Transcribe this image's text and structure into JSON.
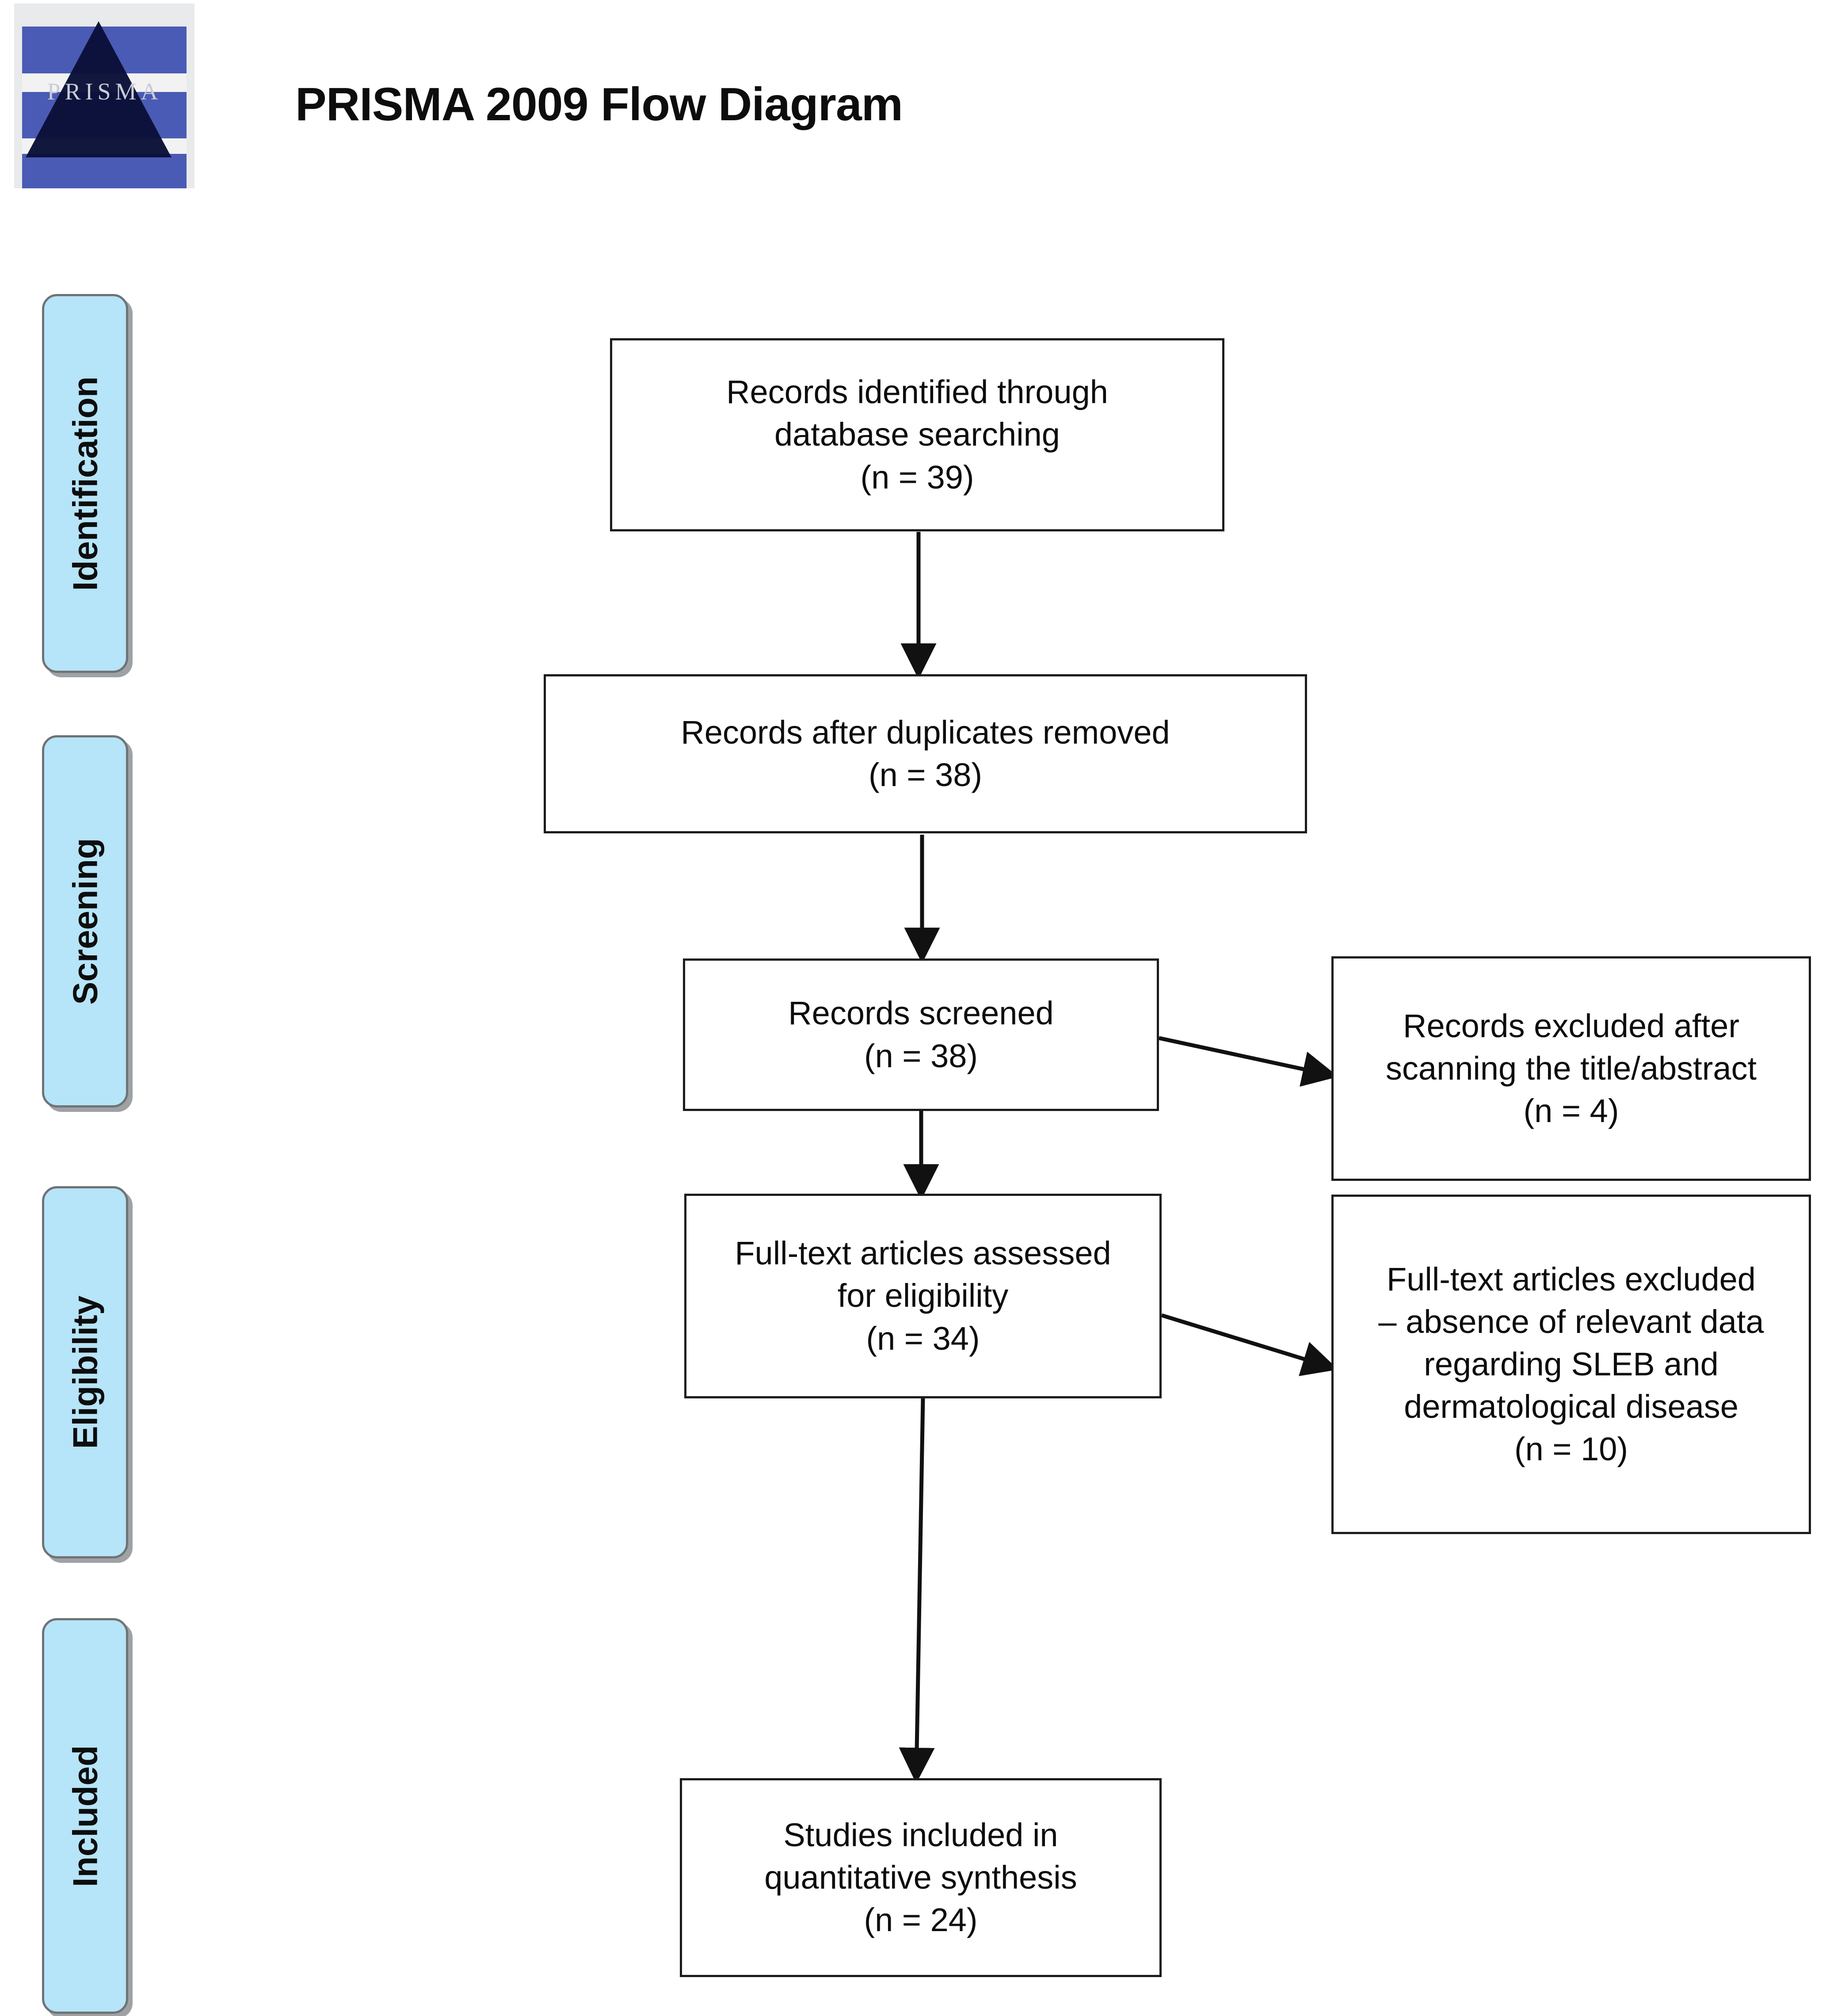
{
  "header": {
    "title": "PRISMA 2009 Flow Diagram",
    "logo_word": "PRISMA",
    "logo_alt": "prisma-logo"
  },
  "stages": [
    {
      "id": "identification",
      "label": "Identification"
    },
    {
      "id": "screening",
      "label": "Screening"
    },
    {
      "id": "eligibility",
      "label": "Eligibility"
    },
    {
      "id": "included",
      "label": "Included"
    }
  ],
  "nodes": {
    "identified": {
      "l1": "Records identified through",
      "l2": "database searching",
      "l3": "(n = 39)"
    },
    "deduplicated": {
      "l1": "Records after duplicates removed",
      "l2": "(n = 38)"
    },
    "screened": {
      "l1": "Records screened",
      "l2": "(n = 38)"
    },
    "records_excluded": {
      "l1": "Records excluded after",
      "l2": "scanning the title/abstract",
      "l3": "(n = 4)"
    },
    "fulltext_assessed": {
      "l1": "Full-text articles assessed",
      "l2": "for eligibility",
      "l3": "(n = 34)"
    },
    "fulltext_excluded": {
      "l1": "Full-text articles excluded",
      "l2": "– absence of relevant data",
      "l3": "regarding SLEB and",
      "l4": "dermatological disease",
      "l5": "(n = 10)"
    },
    "included_studies": {
      "l1": "Studies included in",
      "l2": "quantitative synthesis",
      "l3": "(n = 24)"
    }
  },
  "colors": {
    "stage_fill": "#b6e4f8",
    "stage_border": "#6f7376",
    "box_border": "#1c1c1c",
    "arrow": "#111111",
    "logo_blue": "#4a5bb5",
    "logo_prism": "#0a1038"
  }
}
